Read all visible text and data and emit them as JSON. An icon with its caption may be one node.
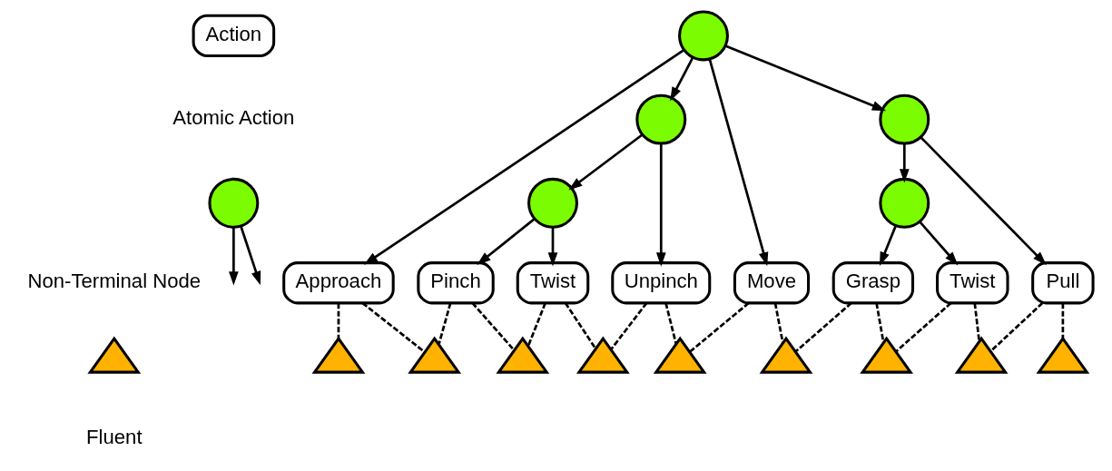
{
  "diagram": {
    "nodes": [
      {
        "text": [
          "Action"
        ],
        "beside": [
          "Atomic Action"
        ]
      },
      {
        "text": [],
        "shape": "circle"
      },
      {
        "text": [
          "Approach"
        ]
      },
      {
        "text": [],
        "shape": "circle"
      },
      {
        "text": [],
        "shape": "circle"
      },
      {
        "text": [
          "Pinch"
        ]
      },
      {
        "text": [
          "Twist"
        ]
      },
      {
        "text": [
          "Unpinch"
        ]
      },
      {
        "text": [
          "Move"
        ]
      },
      {
        "text": [],
        "shape": "circle"
      },
      {
        "text": [],
        "shape": "circle"
      },
      {
        "text": [
          "Grasp"
        ]
      },
      {
        "text": [
          "Twist"
        ]
      },
      {
        "text": [
          "Pull"
        ]
      },
      {
        "text": [],
        "shape": "triangle"
      },
      {
        "text": [],
        "shape": "triangle"
      },
      {
        "text": [],
        "shape": "triangle"
      },
      {
        "text": [],
        "shape": "triangle"
      },
      {
        "text": [],
        "shape": "triangle"
      },
      {
        "text": [],
        "shape": "triangle"
      },
      {
        "text": [],
        "shape": "triangle"
      },
      {
        "text": [],
        "shape": "triangle"
      },
      {
        "text": [],
        "shape": "triangle"
      },
      {
        "text": [],
        "shape": "circle",
        "beside": [
          "Non-Terminal Node"
        ]
      },
      {
        "text": [],
        "shape": "triangle",
        "beside": [
          "Fluent"
        ]
      }
    ],
    "edges": [
      {
        "from": 1,
        "to": 2,
        "arrow": "to"
      },
      {
        "from": 1,
        "to": 3,
        "arrow": "to"
      },
      {
        "from": 1,
        "to": 8,
        "arrow": "to"
      },
      {
        "from": 1,
        "to": 9,
        "arrow": "to"
      },
      {
        "from": 3,
        "to": 4,
        "arrow": "to"
      },
      {
        "from": 3,
        "to": 7,
        "arrow": "to"
      },
      {
        "from": 4,
        "to": 5,
        "arrow": "to"
      },
      {
        "from": 4,
        "to": 6,
        "arrow": "to"
      },
      {
        "from": 9,
        "to": 10,
        "arrow": "to"
      },
      {
        "from": 9,
        "to": 13,
        "arrow": "to"
      },
      {
        "from": 10,
        "to": 11,
        "arrow": "to"
      },
      {
        "from": 10,
        "to": 12,
        "arrow": "to"
      },
      {
        "from": 2,
        "to": 14,
        "arrow": "none",
        "style": "dashed"
      },
      {
        "from": 2,
        "to": 15,
        "arrow": "none",
        "style": "dashed"
      },
      {
        "from": 5,
        "to": 15,
        "arrow": "none",
        "style": "dashed"
      },
      {
        "from": 5,
        "to": 16,
        "arrow": "none",
        "style": "dashed"
      },
      {
        "from": 6,
        "to": 16,
        "arrow": "none",
        "style": "dashed"
      },
      {
        "from": 6,
        "to": 17,
        "arrow": "none",
        "style": "dashed"
      },
      {
        "from": 7,
        "to": 17,
        "arrow": "none",
        "style": "dashed"
      },
      {
        "from": 7,
        "to": 18,
        "arrow": "none",
        "style": "dashed"
      },
      {
        "from": 8,
        "to": 18,
        "arrow": "none",
        "style": "dashed"
      },
      {
        "from": 8,
        "to": 19,
        "arrow": "none",
        "style": "dashed"
      },
      {
        "from": 11,
        "to": 19,
        "arrow": "none",
        "style": "dashed"
      },
      {
        "from": 11,
        "to": 20,
        "arrow": "none",
        "style": "dashed"
      },
      {
        "from": 12,
        "to": 20,
        "arrow": "none",
        "style": "dashed"
      },
      {
        "from": 12,
        "to": 21,
        "arrow": "none",
        "style": "dashed"
      },
      {
        "from": 13,
        "to": 21,
        "arrow": "none",
        "style": "dashed"
      },
      {
        "from": 13,
        "to": 22,
        "arrow": "none",
        "style": "dashed"
      },
      {
        "from": 23,
        "to": null,
        "arrow": "to"
      },
      {
        "from": 23,
        "to": null,
        "arrow": "to"
      }
    ]
  }
}
